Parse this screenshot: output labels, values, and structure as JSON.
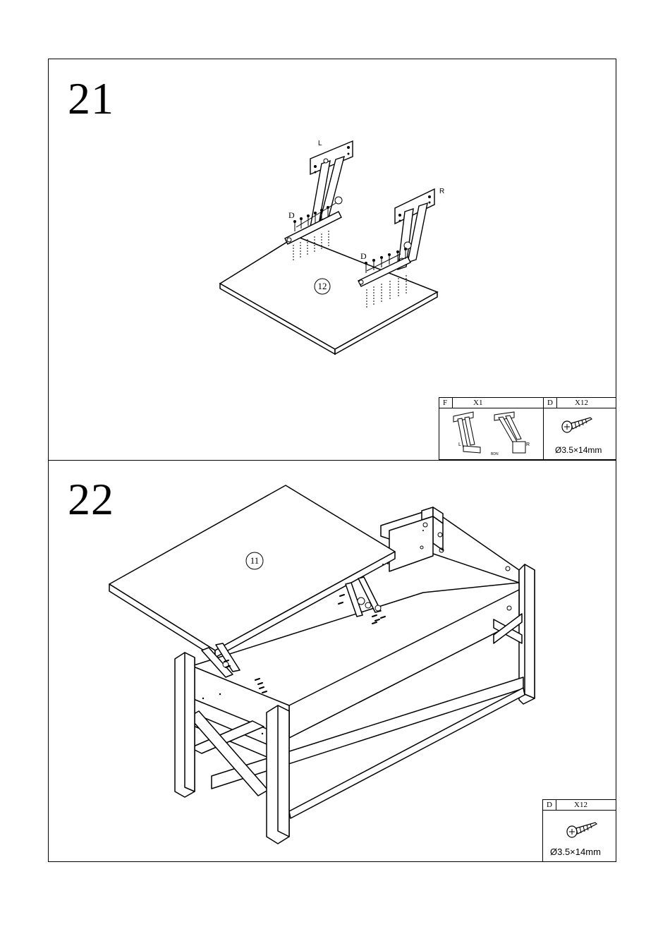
{
  "steps": [
    {
      "number": "21",
      "part_label": "12",
      "labels": {
        "left": "L",
        "right": "R",
        "screw_left": "D",
        "screw_right": "D"
      },
      "parts_box": [
        {
          "letter": "F",
          "qty": "X1",
          "labels": {
            "left": "L",
            "right": "R",
            "small": "BDN"
          }
        },
        {
          "letter": "D",
          "qty": "X12",
          "spec": "Ø3.5×14mm"
        }
      ]
    },
    {
      "number": "22",
      "part_label": "11",
      "parts_box": [
        {
          "letter": "D",
          "qty": "X12",
          "spec": "Ø3.5×14mm"
        }
      ]
    }
  ]
}
